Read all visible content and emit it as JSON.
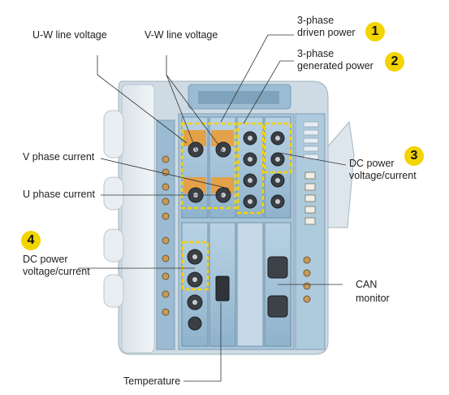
{
  "labels": {
    "uw_line_voltage": "U-W line voltage",
    "vw_line_voltage": "V-W line voltage",
    "three_phase_driven_l1": "3-phase",
    "three_phase_driven_l2": "driven power",
    "three_phase_generated_l1": "3-phase",
    "three_phase_generated_l2": "generated power",
    "v_phase_current": "V phase current",
    "u_phase_current": "U phase current",
    "dc_power_right_l1": "DC power",
    "dc_power_right_l2": "voltage/current",
    "dc_power_left_l1": "DC power",
    "dc_power_left_l2": "voltage/current",
    "can_monitor_l1": "CAN",
    "can_monitor_l2": "monitor",
    "temperature": "Temperature"
  },
  "badges": {
    "b1": "1",
    "b2": "2",
    "b3": "3",
    "b4": "4"
  },
  "colors": {
    "badge_fill": "#f3d400",
    "highlight_dash": "#f5d200",
    "chassis": "#9cbcd4",
    "body_light": "#e4ecf2"
  }
}
